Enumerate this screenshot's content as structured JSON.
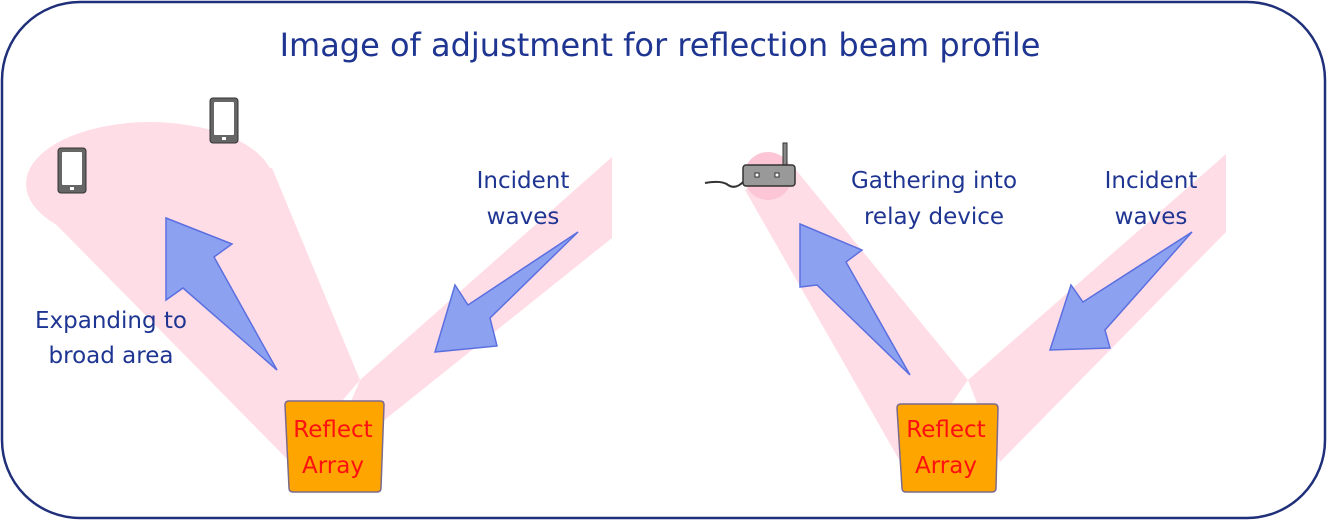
{
  "title": "Image of adjustment for reflection beam profile",
  "colors": {
    "frame": "#1f2f7a",
    "beam": "#ffdde7",
    "arrow_fill": "#8ca2f0",
    "arrow_stroke": "#5b6fe0",
    "array_fill": "#ffa500",
    "array_text": "#ff1010",
    "text": "#1f3592"
  },
  "left_panel": {
    "reflected_label": [
      "Expanding to",
      "broad area"
    ],
    "incident_label": [
      "Incident",
      "waves"
    ],
    "array_label": [
      "Reflect",
      "Array"
    ],
    "devices": [
      "phone-icon",
      "phone-icon"
    ]
  },
  "right_panel": {
    "reflected_label": [
      "Gathering into",
      "relay device"
    ],
    "incident_label": [
      "Incident",
      "waves"
    ],
    "array_label": [
      "Reflect",
      "Array"
    ],
    "devices": [
      "router-icon"
    ]
  }
}
